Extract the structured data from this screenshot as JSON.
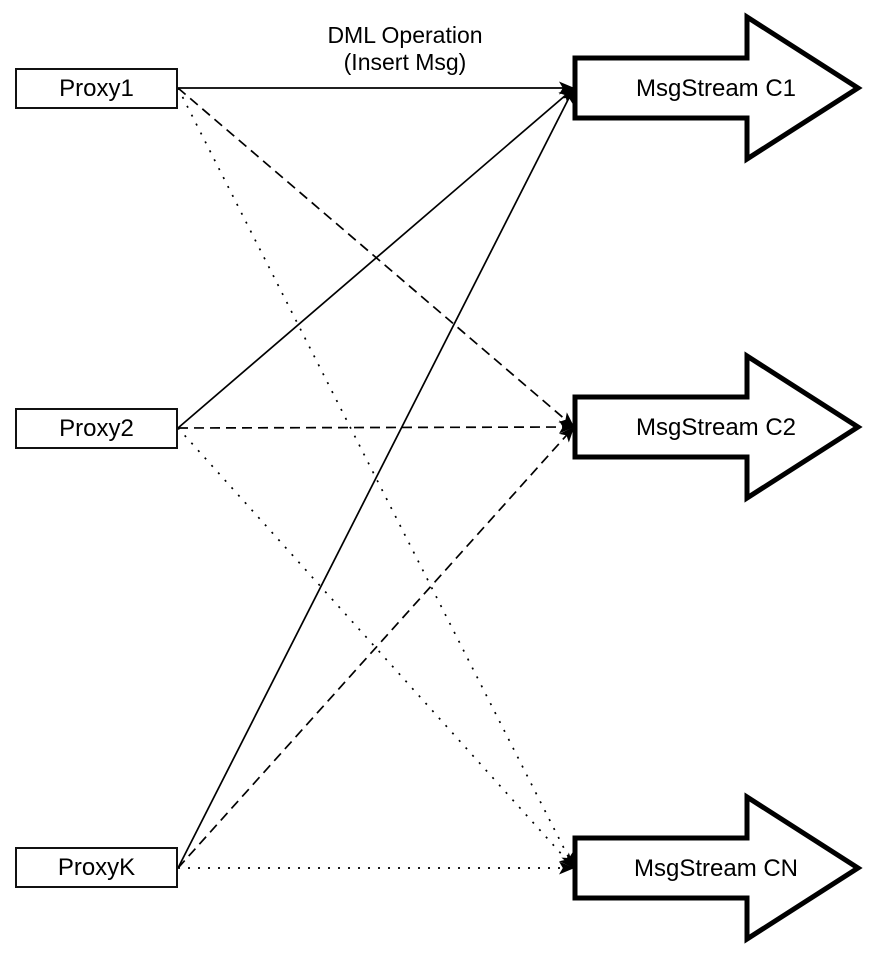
{
  "title": {
    "line1": "DML Operation",
    "line2": "(Insert Msg)"
  },
  "nodes": {
    "proxies": [
      {
        "id": "proxy1",
        "label": "Proxy1"
      },
      {
        "id": "proxy2",
        "label": "Proxy2"
      },
      {
        "id": "proxyk",
        "label": "ProxyK"
      }
    ],
    "streams": [
      {
        "id": "c1",
        "label": "MsgStream C1"
      },
      {
        "id": "c2",
        "label": "MsgStream C2"
      },
      {
        "id": "cn",
        "label": "MsgStream CN"
      }
    ]
  },
  "edges": [
    {
      "from": "proxy1",
      "to": "c1",
      "style": "solid"
    },
    {
      "from": "proxy1",
      "to": "c2",
      "style": "dashed"
    },
    {
      "from": "proxy1",
      "to": "cn",
      "style": "dotted"
    },
    {
      "from": "proxy2",
      "to": "c1",
      "style": "solid"
    },
    {
      "from": "proxy2",
      "to": "c2",
      "style": "dashed"
    },
    {
      "from": "proxy2",
      "to": "cn",
      "style": "dotted"
    },
    {
      "from": "proxyk",
      "to": "c1",
      "style": "solid"
    },
    {
      "from": "proxyk",
      "to": "c2",
      "style": "dashed"
    },
    {
      "from": "proxyk",
      "to": "cn",
      "style": "dotted"
    }
  ],
  "colors": {
    "stroke": "#000000",
    "fill": "#ffffff",
    "background": "#ffffff"
  }
}
